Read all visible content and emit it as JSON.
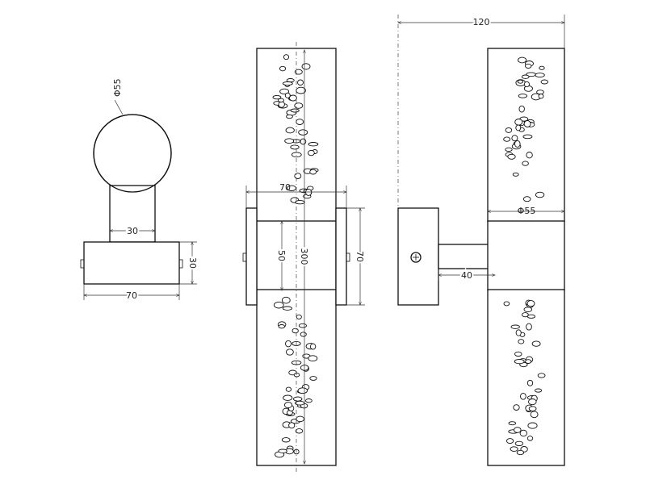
{
  "drawing": {
    "dimensions": {
      "side_diameter": "Φ55",
      "side_stem_width": "30",
      "side_base_height": "30",
      "side_base_width": "70",
      "front_bracket_width": "70",
      "front_mount_height": "50",
      "front_total_height": "300",
      "front_bracket_height": "70",
      "profile_total_width": "120",
      "profile_tube_diameter": "Φ55",
      "profile_arm_length": "40"
    },
    "colors": {
      "line": "#111111",
      "background": "#ffffff"
    }
  }
}
